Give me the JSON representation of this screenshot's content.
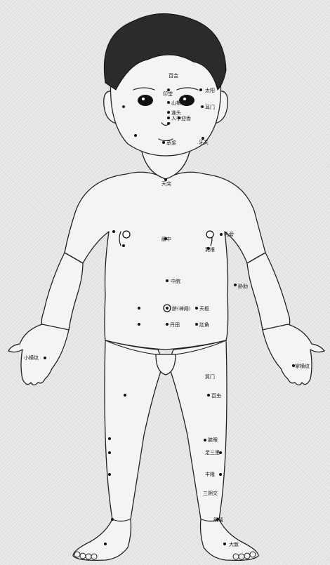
{
  "figure": {
    "subject": "child-front-acupoints"
  },
  "colors": {
    "ink": "#111111",
    "skin": "#f4f4f2",
    "hair": "#2b2b2b",
    "background": "#ebebeb"
  },
  "labels": {
    "baihui": "百会",
    "yintang": "印堂",
    "shangen": "山根",
    "taiyang": "太阳",
    "erhoumen": "耳门",
    "zhunjiao": "准头",
    "renzhong": "人中",
    "yingxiang": "迎香",
    "chengjiang": "承浆",
    "yafeng": "牙关",
    "tiantu": "天突",
    "danzhong": "膻中",
    "rupang": "乳旁",
    "rugen": "乳根",
    "xielei": "胁肋",
    "zhongwan": "中脘",
    "qihai": "脐(神阙)",
    "tianshu": "天枢",
    "dantian": "丹田",
    "duJiao": "肚角",
    "hand_left": "小横纹",
    "hand_right": "掌横纹",
    "jimen": "箕门",
    "baichong": "百虫",
    "xiyan": "膝眼",
    "zusanli": "足三里",
    "fenglong": "丰隆",
    "sanyinjiao": "三阴交",
    "jiexi": "解溪",
    "dadun": "大敦"
  }
}
